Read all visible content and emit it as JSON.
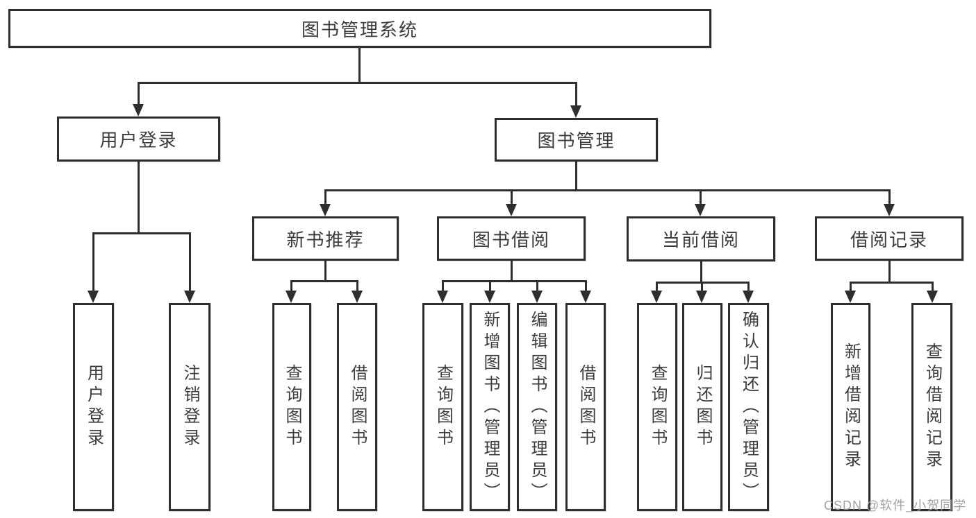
{
  "tree": {
    "root": {
      "label": "图书管理系统"
    },
    "user": {
      "label": "用户登录",
      "children": [
        {
          "label": "用户登录"
        },
        {
          "label": "注销登录"
        }
      ]
    },
    "management": {
      "label": "图书管理",
      "modules": [
        {
          "label": "新书推荐",
          "children": [
            {
              "label": "查询图书"
            },
            {
              "label": "借阅图书"
            }
          ]
        },
        {
          "label": "图书借阅",
          "children": [
            {
              "label": "查询图书"
            },
            {
              "label": "新增图书（管理员）"
            },
            {
              "label": "编辑图书（管理员）"
            },
            {
              "label": "借阅图书"
            }
          ]
        },
        {
          "label": "当前借阅",
          "children": [
            {
              "label": "查询图书"
            },
            {
              "label": "归还图书"
            },
            {
              "label": "确认归还（管理员）"
            }
          ]
        },
        {
          "label": "借阅记录",
          "children": [
            {
              "label": "新增借阅记录"
            },
            {
              "label": "查询借阅记录"
            }
          ]
        }
      ]
    }
  },
  "colors": {
    "line": "#2e2e2e",
    "text": "#3b3b3b",
    "watermark": "#a3a3a3"
  },
  "watermark": "CSDN @软件_小贺同学"
}
